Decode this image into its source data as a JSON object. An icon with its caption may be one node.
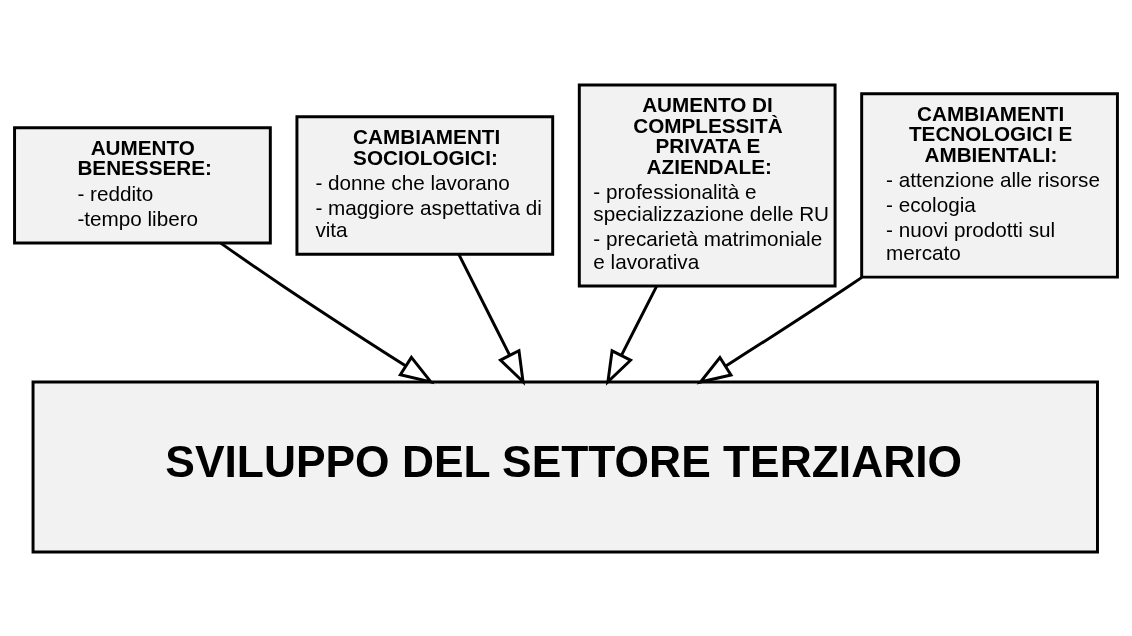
{
  "diagram": {
    "nodes": [
      {
        "text": [
          "AUMENTO BENESSERE:",
          "- reddito",
          "-tempo libero"
        ]
      },
      {
        "text": [
          "CAMBIAMENTI SOCIOLOGICI:",
          "- donne che lavorano",
          "- maggiore aspettativa di vita"
        ]
      },
      {
        "text": [
          "AUMENTO DI COMPLESSITÀ PRIVATA E AZIENDALE:",
          "- professionalità e specializzazione delle RU",
          "- precarietà matrimoniale e lavorativa"
        ]
      },
      {
        "text": [
          "CAMBIAMENTI TECNOLOGICI E AMBIENTALI:",
          "- attenzione alle risorse",
          "- ecologia",
          "- nuovi prodotti sul mercato"
        ]
      },
      {
        "text": [
          "SVILUPPO DEL SETTORE TERZIARIO"
        ]
      }
    ],
    "edges": [
      {
        "from": 0,
        "to": 4,
        "arrow": "to"
      },
      {
        "from": 1,
        "to": 4,
        "arrow": "to"
      },
      {
        "from": 2,
        "to": 4,
        "arrow": "to"
      },
      {
        "from": 3,
        "to": 4,
        "arrow": "to"
      }
    ]
  }
}
